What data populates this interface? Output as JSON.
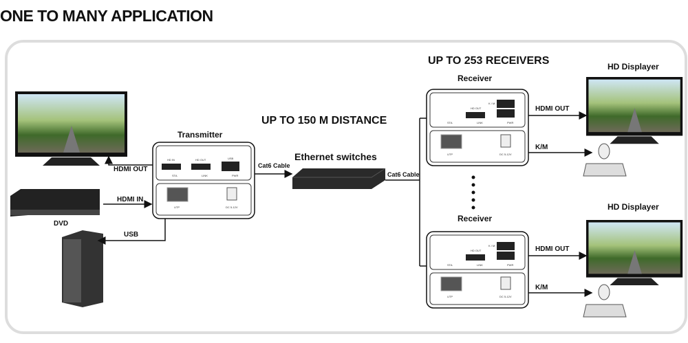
{
  "title": "ONE TO MANY APPLICATION",
  "labels": {
    "transmitter": "Transmitter",
    "hdmi_out": "HDMI OUT",
    "hdmi_in": "HDMI IN",
    "dvd": "DVD",
    "usb": "USB",
    "cat6_1": "Cat6 Cable",
    "cat6_2": "Cat6 Cable",
    "distance": "UP TO 150 M DISTANCE",
    "switch": "Ethernet switches",
    "receivers": "UP TO 253 RECEIVERS",
    "receiver_1": "Receiver",
    "receiver_2": "Receiver",
    "hd_displayer_1": "HD Displayer",
    "hd_displayer_2": "HD Displayer",
    "r1_hdmi_out": "HDMI OUT",
    "r2_hdmi_out": "HDMI OUT",
    "r1_km": "K/M",
    "r2_km": "K/M"
  },
  "ports": {
    "hd_in": "HD IN",
    "hd_out": "HD OUT",
    "usb": "USB",
    "km": "K / M",
    "sta": "STA",
    "link": "LINK",
    "pwr": "PWR",
    "utp": "UTP",
    "dc": "DC 5-12V"
  }
}
